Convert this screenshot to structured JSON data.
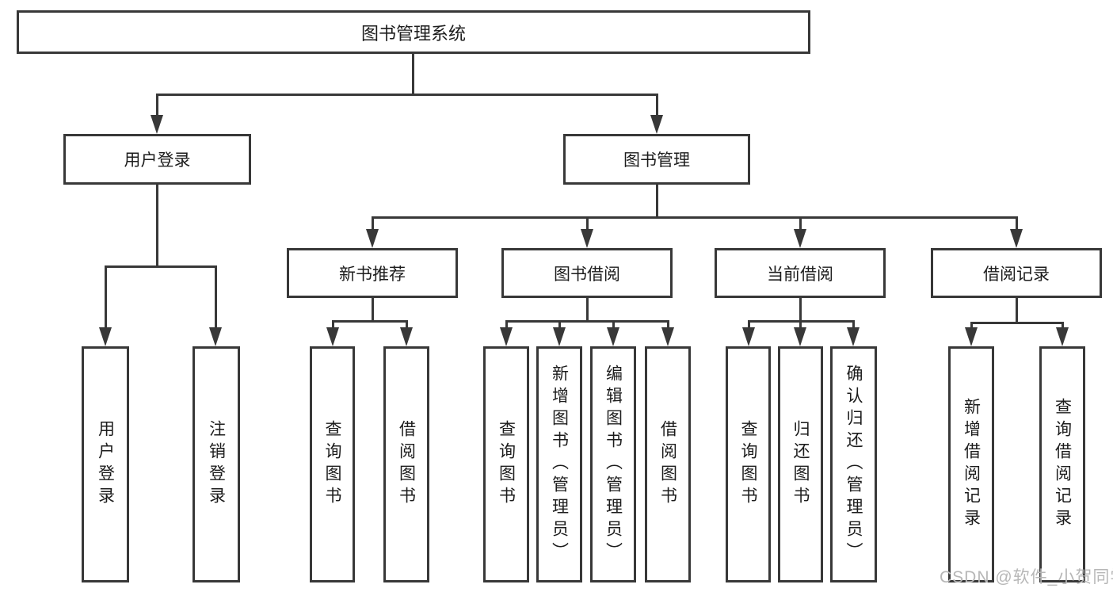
{
  "title": "图书管理系统",
  "nodes": {
    "root": {
      "label": "图书管理系统"
    },
    "user_login": {
      "label": "用户登录"
    },
    "book_mgmt": {
      "label": "图书管理"
    },
    "new_book_rec": {
      "label": "新书推荐"
    },
    "book_borrow": {
      "label": "图书借阅"
    },
    "current_borrow": {
      "label": "当前借阅"
    },
    "borrow_record": {
      "label": "借阅记录"
    },
    "leaf_user_login": {
      "label": "用户登录"
    },
    "leaf_logout": {
      "label": "注销登录"
    },
    "leaf_rec_query": {
      "label": "查询图书"
    },
    "leaf_rec_borrow": {
      "label": "借阅图书"
    },
    "leaf_bb_query": {
      "label": "查询图书"
    },
    "leaf_bb_add": {
      "label": "新增图书（管理员）"
    },
    "leaf_bb_edit": {
      "label": "编辑图书（管理员）"
    },
    "leaf_bb_borrow": {
      "label": "借阅图书"
    },
    "leaf_cb_query": {
      "label": "查询图书"
    },
    "leaf_cb_return": {
      "label": "归还图书"
    },
    "leaf_cb_confirm": {
      "label": "确认归还（管理员）"
    },
    "leaf_br_add": {
      "label": "新增借阅记录"
    },
    "leaf_br_query": {
      "label": "查询借阅记录"
    }
  },
  "hierarchy": {
    "root": [
      "user_login",
      "book_mgmt"
    ],
    "user_login": [
      "leaf_user_login",
      "leaf_logout"
    ],
    "book_mgmt": [
      "new_book_rec",
      "book_borrow",
      "current_borrow",
      "borrow_record"
    ],
    "new_book_rec": [
      "leaf_rec_query",
      "leaf_rec_borrow"
    ],
    "book_borrow": [
      "leaf_bb_query",
      "leaf_bb_add",
      "leaf_bb_edit",
      "leaf_bb_borrow"
    ],
    "current_borrow": [
      "leaf_cb_query",
      "leaf_cb_return",
      "leaf_cb_confirm"
    ],
    "borrow_record": [
      "leaf_br_add",
      "leaf_br_query"
    ]
  },
  "watermark": {
    "text": "CSDN @软件_小贺同学"
  },
  "colors": {
    "line": "#383838",
    "text": "#1c1c1c",
    "background": "#ffffff",
    "watermark": "#b7b7b7"
  }
}
